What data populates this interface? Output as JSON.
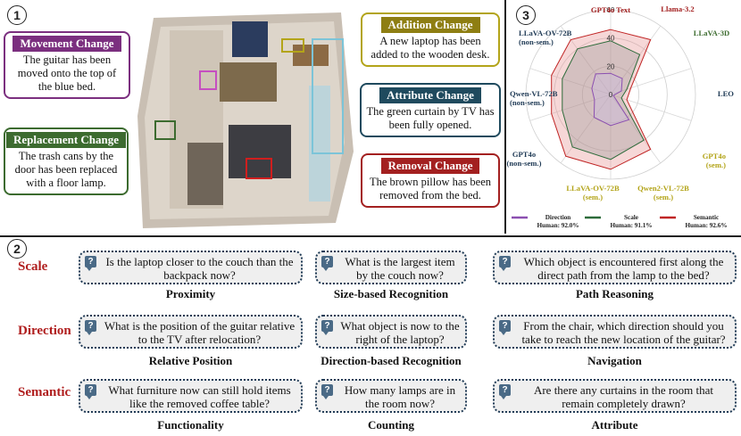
{
  "panels": {
    "p1": "1",
    "p2": "2",
    "p3": "3"
  },
  "changes": {
    "movement": {
      "title": "Movement Change",
      "text": "The guitar has been moved onto the top of the blue bed."
    },
    "replacement": {
      "title": "Replacement Change",
      "text": "The trash cans by the door has been replaced with a floor lamp."
    },
    "addition": {
      "title": "Addition Change",
      "text": "A new laptop has been added to the wooden desk."
    },
    "attribute": {
      "title": "Attribute Change",
      "text": "The green curtain by TV has been fully opened."
    },
    "removal": {
      "title": "Removal Change",
      "text": "The brown pillow has been removed from the bed."
    }
  },
  "colors": {
    "movement": "#7b2f7f",
    "replacement": "#3c6b2f",
    "addition": "#8e7e12",
    "attribute": "#1f4a5e",
    "removal": "#a32020",
    "direction": "#8b4fb0",
    "scale": "#2d6b3a",
    "semantic": "#c02525"
  },
  "chart_data": {
    "type": "radar",
    "axes": [
      {
        "label": "GPT4o Text",
        "color": "#a32020"
      },
      {
        "label": "Llama-3.2",
        "color": "#a32020"
      },
      {
        "label": "LLaVA-3D",
        "color": "#3c6b2f"
      },
      {
        "label": "LEO",
        "color": "#1f3a55"
      },
      {
        "label": "GPT4o (sem.)",
        "color": "#b3a419"
      },
      {
        "label": "Qwen2-VL-72B (sem.)",
        "color": "#b3a419"
      },
      {
        "label": "LLaVA-OV-72B (sem.)",
        "color": "#b3a419"
      },
      {
        "label": "GPT4o (non-sem.)",
        "color": "#1f3a55"
      },
      {
        "label": "Qwen-VL-72B (non-sem.)",
        "color": "#1f3a55"
      },
      {
        "label": "LLaVA-OV-72B (non-sem.)",
        "color": "#1f3a55"
      }
    ],
    "rlim": [
      0,
      60
    ],
    "ticks": [
      0,
      20,
      40,
      60
    ],
    "series": [
      {
        "name": "Direction",
        "human": "Human: 92.0%",
        "values": [
          15,
          14,
          8,
          2,
          22,
          22,
          20,
          12,
          14,
          18
        ]
      },
      {
        "name": "Scale",
        "human": "Human: 91.1%",
        "values": [
          38,
          35,
          12,
          8,
          40,
          46,
          46,
          36,
          36,
          40
        ]
      },
      {
        "name": "Semantic",
        "human": "Human: 92.6%",
        "values": [
          46,
          48,
          15,
          12,
          48,
          53,
          54,
          44,
          44,
          48
        ]
      }
    ]
  },
  "rows": [
    {
      "label": "Scale",
      "items": [
        {
          "q": "Is the laptop closer to the couch than the backpack now?",
          "cap": "Proximity"
        },
        {
          "q": "What is the largest item by the couch now?",
          "cap": "Size-based Recognition"
        },
        {
          "q": "Which object is encountered first along the direct path from the lamp to the bed?",
          "cap": "Path Reasoning"
        }
      ]
    },
    {
      "label": "Direction",
      "items": [
        {
          "q": "What is the position of the guitar relative to the TV after relocation?",
          "cap": "Relative Position"
        },
        {
          "q": "What object is now to the right of the laptop?",
          "cap": "Direction-based Recognition"
        },
        {
          "q": "From the chair, which direction should you take to reach the new location of the guitar?",
          "cap": "Navigation"
        }
      ]
    },
    {
      "label": "Semantic",
      "items": [
        {
          "q": "What furniture now can still hold items like the removed coffee table?",
          "cap": "Functionality"
        },
        {
          "q": "How many lamps are in the room now?",
          "cap": "Counting"
        },
        {
          "q": "Are there any curtains in the room that remain completely drawn?",
          "cap": "Attribute"
        }
      ]
    }
  ]
}
